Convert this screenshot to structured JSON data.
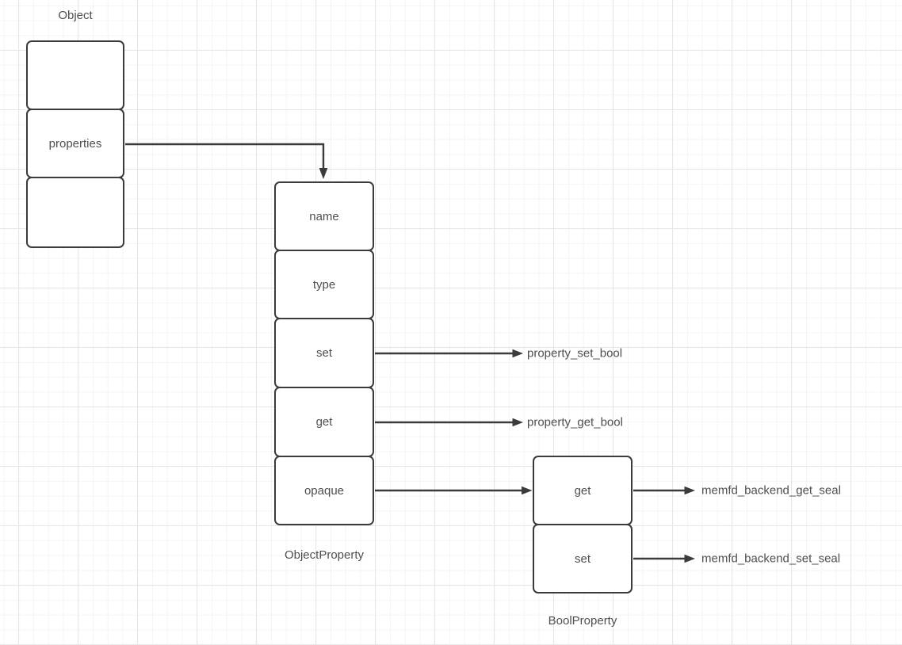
{
  "diagram": {
    "object_stack": {
      "title": "Object",
      "cells": [
        "",
        "properties",
        ""
      ]
    },
    "object_property_stack": {
      "title": "ObjectProperty",
      "cells": [
        "name",
        "type",
        "set",
        "get",
        "opaque"
      ]
    },
    "bool_property_stack": {
      "title": "BoolProperty",
      "cells": [
        "get",
        "set"
      ]
    },
    "callouts": {
      "property_set": "property_set_bool",
      "property_get": "property_get_bool",
      "memfd_get": "memfd_backend_get_seal",
      "memfd_set": "memfd_backend_set_seal"
    },
    "colors": {
      "line": "#3b3b3b",
      "text": "#4f4f4f",
      "grid_minor": "#f4f4f4",
      "grid_major": "#e6e6e6",
      "canvas_bg": "#ffffff"
    }
  }
}
